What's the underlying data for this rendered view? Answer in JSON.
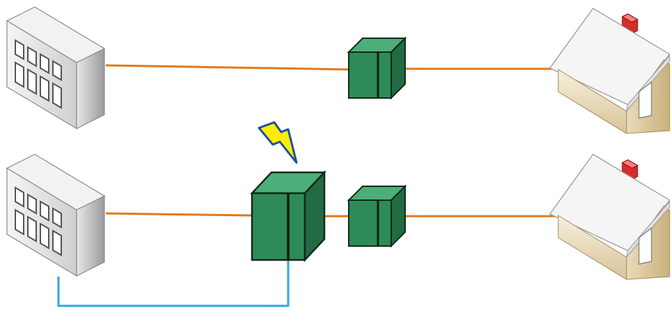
{
  "diagram": {
    "rows": [
      {
        "building": {
          "icon": "office-building-icon"
        },
        "node_boxes": [
          {
            "icon": "network-cabinet-icon",
            "size": "small"
          }
        ],
        "house": {
          "icon": "house-icon"
        }
      },
      {
        "building": {
          "icon": "office-building-icon"
        },
        "node_boxes": [
          {
            "icon": "network-cabinet-icon",
            "size": "large",
            "has_fault": true
          },
          {
            "icon": "network-cabinet-icon",
            "size": "small"
          }
        ],
        "house": {
          "icon": "house-icon"
        }
      }
    ],
    "fault_marker": {
      "icon": "lightning-bolt-icon"
    },
    "link_colors": {
      "fiber": "#e07a1a",
      "bypass": "#29a8e0"
    },
    "colors": {
      "cabinet_front": "#2e8b57",
      "cabinet_top": "#4cae79",
      "cabinet_side": "#226b43",
      "bolt_fill": "#ffee00",
      "bolt_stroke": "#1e4f9c",
      "house_roof": "#f4f4f4",
      "house_wall": "#ede0c4",
      "chimney": "#d82b2b",
      "building_face": "#e6e6e6"
    }
  }
}
